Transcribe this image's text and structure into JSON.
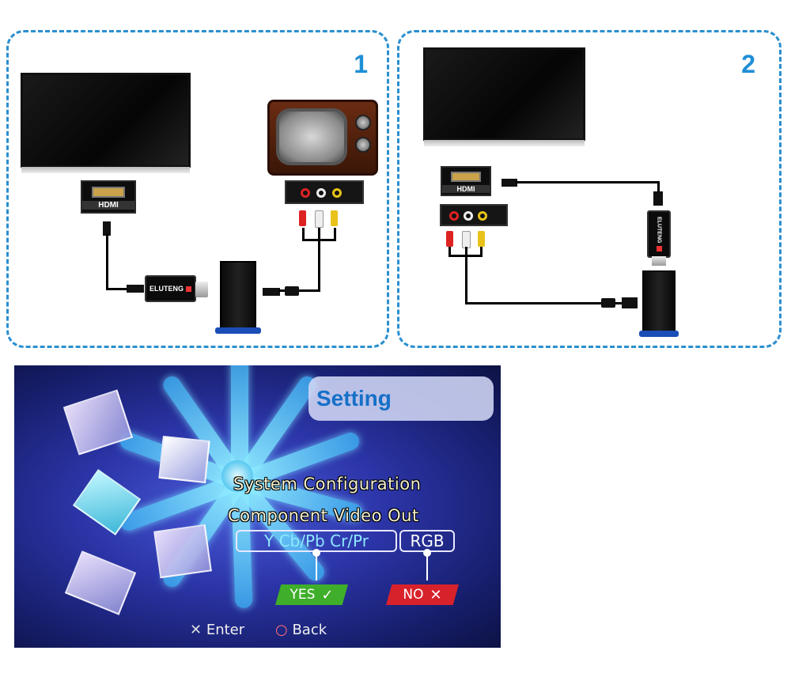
{
  "panels": [
    {
      "number": "1",
      "hdmi_label": "HDMI",
      "converter_brand": "ELUTENG"
    },
    {
      "number": "2",
      "hdmi_label": "HDMI",
      "converter_brand": "ELUTENG"
    }
  ],
  "screen": {
    "header": "Setting",
    "menu_title": "System Configuration",
    "option_title": "Component Video Out",
    "option_a": "Y Cb/Pb Cr/Pr",
    "option_b": "RGB",
    "yes_label": "YES",
    "yes_icon": "checkmark-icon",
    "no_label": "NO",
    "no_icon": "x-icon",
    "enter_label": "Enter",
    "back_label": "Back",
    "colors": {
      "yes": "#3fae2a",
      "no": "#d8222b",
      "option_a": "#8ee8ff",
      "option_b": "#ffffff",
      "accent": "#1f8fd6"
    }
  }
}
